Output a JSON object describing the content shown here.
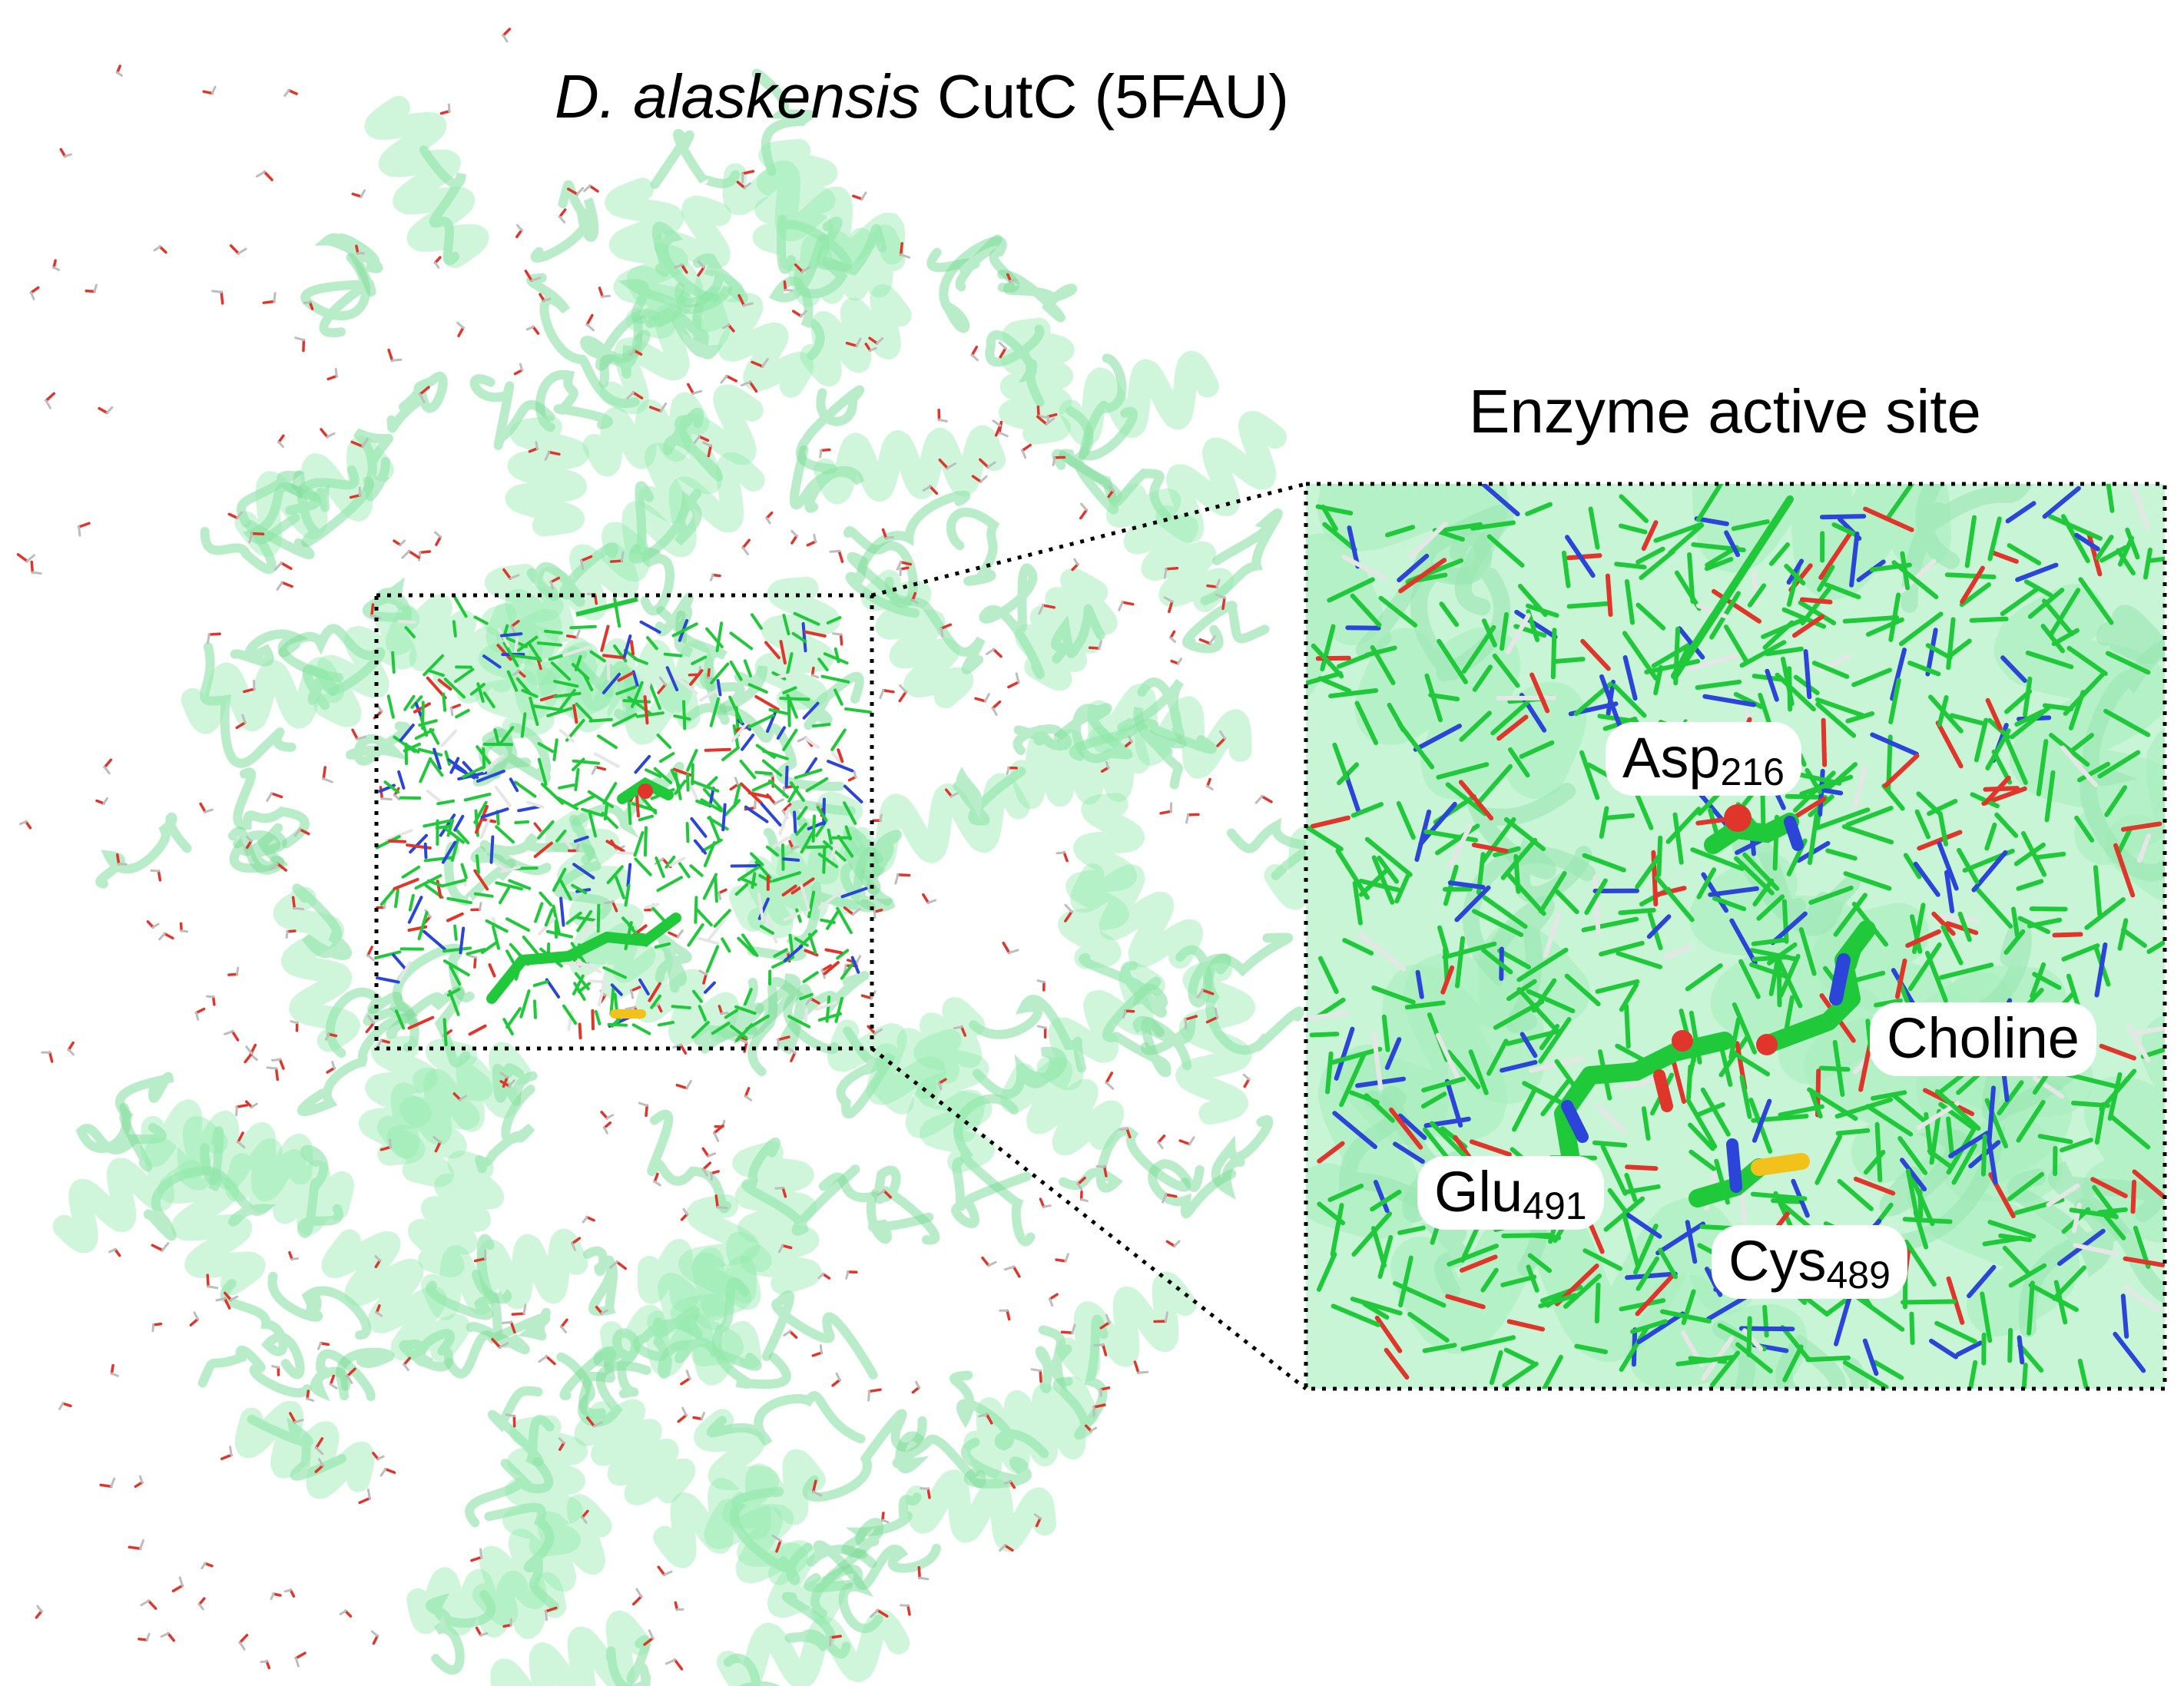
{
  "title": {
    "species": "D. alaskensis",
    "rest": " CutC (5FAU)"
  },
  "panel_title": "Enzyme active site",
  "labels": {
    "asp": {
      "name": "Asp",
      "number": "216"
    },
    "choline": {
      "name": "Choline"
    },
    "glu": {
      "name": "Glu",
      "number": "491"
    },
    "cys": {
      "name": "Cys",
      "number": "489"
    }
  },
  "colors": {
    "protein_ribbon": "#8fe8a8",
    "panel_background": "#c8f5d6",
    "carbon": "#1fc93a",
    "oxygen": "#e0352b",
    "nitrogen": "#2a45d8",
    "sulfur": "#f2c21a",
    "hydrogen": "#e6e6e6"
  }
}
